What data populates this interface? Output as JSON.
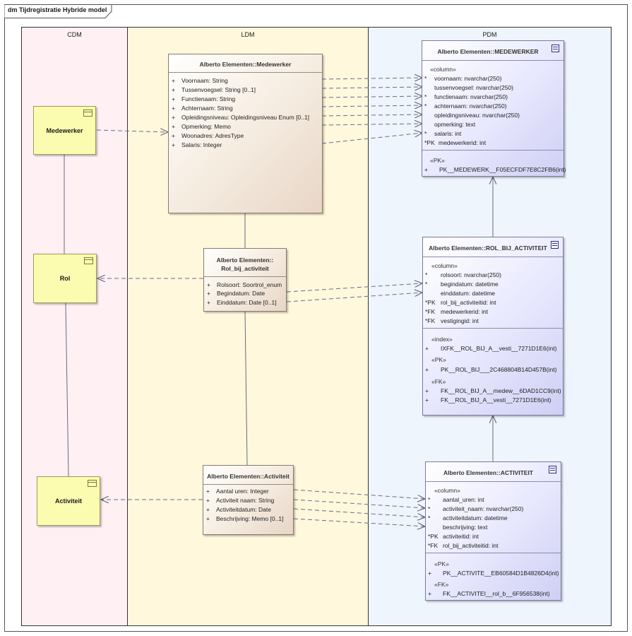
{
  "title": "dm Tijdregistratie Hybride model",
  "lanes": {
    "cdm": "CDM",
    "ldm": "LDM",
    "pdm": "PDM"
  },
  "cdm": {
    "medewerker": "Medewerker",
    "rol": "Rol",
    "activiteit": "Activiteit"
  },
  "ldm": {
    "medewerker": {
      "title": "Alberto Elementen::Medewerker",
      "attrs": [
        "Voornaam: String",
        "Tussenvoegsel: String [0..1]",
        "Functienaam: String",
        "Achternaam: String",
        "Opleidingsniveau: Opleidingsniveau Enum [0..1]",
        "Opmerking: Memo",
        "Woonadres: AdresType",
        "Salaris: Integer"
      ]
    },
    "rol": {
      "title1": "Alberto Elementen::",
      "title2": "Rol_bij_activiteit",
      "attrs": [
        "Rolsoort: Soortrol_enum",
        "Begindatum: Date",
        "Einddatum: Date [0..1]"
      ]
    },
    "activiteit": {
      "title": "Alberto Elementen::Activiteit",
      "attrs": [
        "Aantal uren: Integer",
        "Activiteit naam: String",
        "Activiteitdatum: Date",
        "Beschrijving: Memo [0..1]"
      ]
    }
  },
  "pdm": {
    "medewerker": {
      "title": "Alberto Elementen::MEDEWERKER",
      "columns_stereotype": "«column»",
      "columns": [
        {
          "mk": "*",
          "text": "voornaam: nvarchar(250)"
        },
        {
          "mk": "",
          "text": "tussenvoegsel: nvarchar(250)"
        },
        {
          "mk": "*",
          "text": "functienaam: nvarchar(250)"
        },
        {
          "mk": "*",
          "text": "achternaam: nvarchar(250)"
        },
        {
          "mk": "",
          "text": "opleidingsniveau: nvarchar(250)"
        },
        {
          "mk": "",
          "text": "opmerking: text"
        },
        {
          "mk": "*",
          "text": "salaris: int"
        },
        {
          "mk": "*PK",
          "text": "medewerkerid: int"
        }
      ],
      "pk_stereotype": "«PK»",
      "pk": [
        {
          "mk": "+",
          "text": "PK__MEDEWERK__F05ECFDF7E8C2FB6(int)"
        }
      ]
    },
    "rol": {
      "title": "Alberto Elementen::ROL_BIJ_ACTIVITEIT",
      "columns_stereotype": "«column»",
      "columns": [
        {
          "mk": "*",
          "text": "rolsoort: nvarchar(250)"
        },
        {
          "mk": "*",
          "text": "begindatum: datetime"
        },
        {
          "mk": "",
          "text": "einddatum: datetime"
        },
        {
          "mk": "*PK",
          "text": "rol_bij_activiteitid: int"
        },
        {
          "mk": "*FK",
          "text": "medewerkerid: int"
        },
        {
          "mk": "*FK",
          "text": "vestigingid: int"
        }
      ],
      "index_stereotype": "«index»",
      "index": [
        {
          "mk": "+",
          "text": "IXFK__ROL_BIJ_A__vesti__7271D1E6(int)"
        }
      ],
      "pk_stereotype": "«PK»",
      "pk": [
        {
          "mk": "+",
          "text": "PK__ROL_BIJ___2C468804B14D457B(int)"
        }
      ],
      "fk_stereotype": "«FK»",
      "fk": [
        {
          "mk": "+",
          "text": "FK__ROL_BIJ_A__medew__6DAD1CC9(int)"
        },
        {
          "mk": "+",
          "text": "FK__ROL_BIJ_A__vesti__7271D1E6(int)"
        }
      ]
    },
    "activiteit": {
      "title": "Alberto Elementen::ACTIVITEIT",
      "columns_stereotype": "«column»",
      "columns": [
        {
          "mk": "*",
          "text": "aantal_uren: int"
        },
        {
          "mk": "*",
          "text": "activiteit_naam: nvarchar(250)"
        },
        {
          "mk": "*",
          "text": "activiteitdatum: datetime"
        },
        {
          "mk": "",
          "text": "beschrijving: text"
        },
        {
          "mk": "*PK",
          "text": "activiteitid: int"
        },
        {
          "mk": "*FK",
          "text": "rol_bij_activiteitid: int"
        }
      ],
      "pk_stereotype": "«PK»",
      "pk": [
        {
          "mk": "+",
          "text": "PK__ACTIVITE__EB60584D1B4826D4(int)"
        }
      ],
      "fk_stereotype": "«FK»",
      "fk": [
        {
          "mk": "+",
          "text": "FK__ACTIVITEI__rol_b__6F956538(int)"
        }
      ]
    }
  }
}
